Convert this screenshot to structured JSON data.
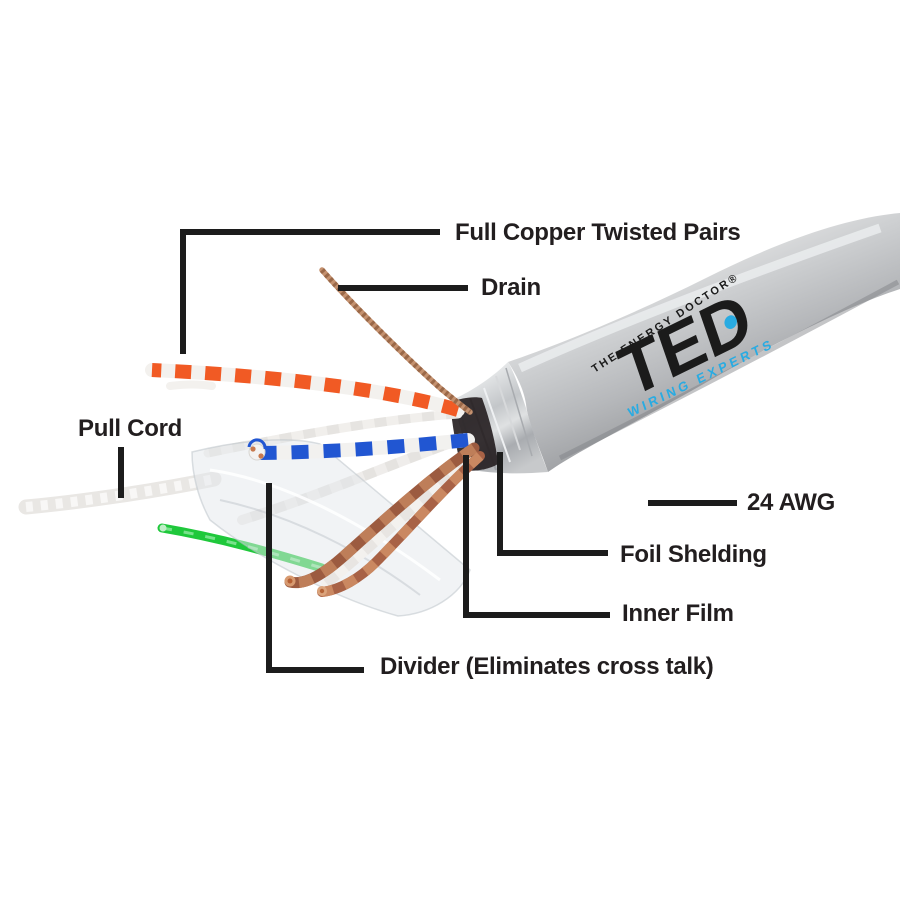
{
  "diagram": {
    "labels": {
      "full_copper": "Full Copper Twisted Pairs",
      "drain": "Drain",
      "pull_cord": "Pull Cord",
      "awg": "24 AWG",
      "foil_shielding": "Foil Shelding",
      "inner_film": "Inner Film",
      "divider": "Divider (Eliminates cross talk)"
    },
    "logo": {
      "tagline_top": "THE ENERGY DOCTOR®",
      "name": "TED",
      "tagline_bottom": "WIRING EXPERTS",
      "accent_color": "#29abe2",
      "text_color": "#1b1b1b"
    },
    "colors": {
      "background": "#ffffff",
      "label_text": "#221e1f",
      "leader_line": "#1c1c1c",
      "jacket_gray": "#b4b6b9",
      "foil_silver": "#cfd2d4",
      "wire_orange": "#f15a24",
      "wire_blue": "#2156d2",
      "wire_green": "#1fc83b",
      "wire_brown": "#9c5b40",
      "wire_white": "#f2f1ef",
      "drain_copper": "#c4916f"
    }
  }
}
